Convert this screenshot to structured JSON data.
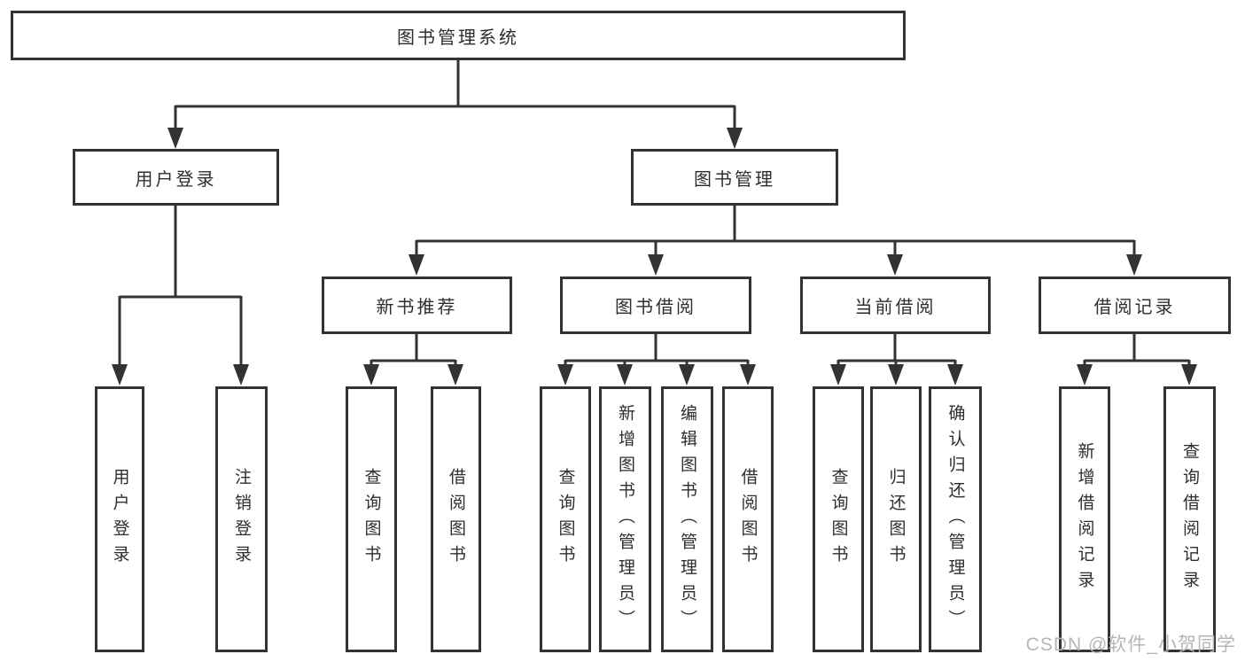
{
  "colors": {
    "line": "#333333",
    "text": "#2e2e2e",
    "watermark": "#b6b6b6",
    "background": "#ffffff"
  },
  "watermark": {
    "text": "CSDN @软件_小贺同学"
  },
  "tree": {
    "root": {
      "label": "图书管理系统"
    },
    "level2": [
      {
        "label": "用户登录",
        "children": [
          {
            "label": "用户登录"
          },
          {
            "label": "注销登录"
          }
        ]
      },
      {
        "label": "图书管理",
        "children": [
          {
            "label": "新书推荐",
            "children": [
              {
                "label": "查询图书"
              },
              {
                "label": "借阅图书"
              }
            ]
          },
          {
            "label": "图书借阅",
            "children": [
              {
                "label": "查询图书"
              },
              {
                "label": "新增图书（管理员）"
              },
              {
                "label": "编辑图书（管理员）"
              },
              {
                "label": "借阅图书"
              }
            ]
          },
          {
            "label": "当前借阅",
            "children": [
              {
                "label": "查询图书"
              },
              {
                "label": "归还图书"
              },
              {
                "label": "确认归还（管理员）"
              }
            ]
          },
          {
            "label": "借阅记录",
            "children": [
              {
                "label": "新增借阅记录"
              },
              {
                "label": "查询借阅记录"
              }
            ]
          }
        ]
      }
    ]
  }
}
